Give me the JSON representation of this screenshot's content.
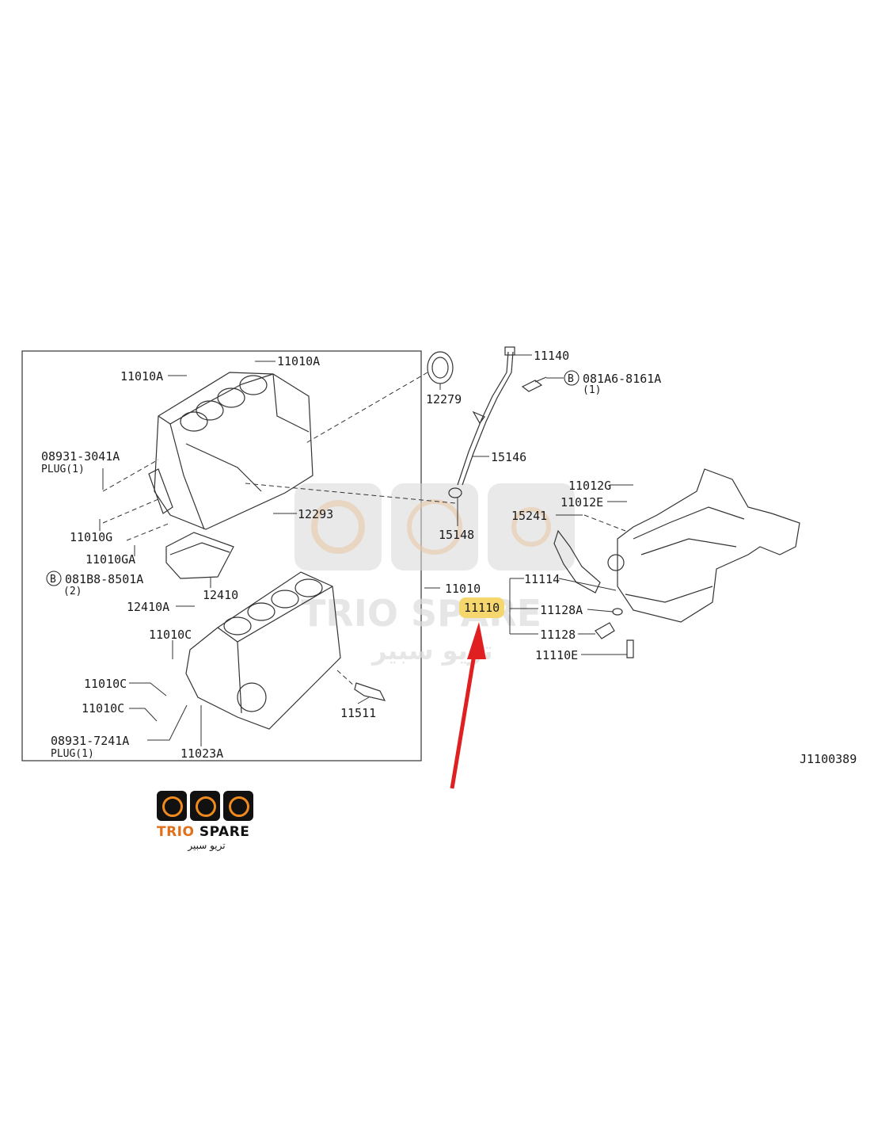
{
  "diagram_code": "J1100389",
  "callouts": {
    "c11010A_top": "11010A",
    "c11010A_left": "11010A",
    "c08931_3041A": "08931-3041A",
    "plug1_top": "PLUG(1)",
    "c11010G": "11010G",
    "c11010GA": "11010GA",
    "c081B8_8501A": "081B8-8501A",
    "qty2": "(2)",
    "c12293": "12293",
    "c12410": "12410",
    "c12410A": "12410A",
    "c11010C_a": "11010C",
    "c11010C_b": "11010C",
    "c11010C_c": "11010C",
    "c08931_7241A": "08931-7241A",
    "plug1_bottom": "PLUG(1)",
    "c11023A": "11023A",
    "c11511": "11511",
    "c12279": "12279",
    "c11140": "11140",
    "c081A6_8161A": "081A6-8161A",
    "qty1": "(1)",
    "c15146": "15146",
    "c15148": "15148",
    "c11012G": "11012G",
    "c11012E": "11012E",
    "c15241": "15241",
    "c11010": "11010",
    "c11114": "11114",
    "c11110": "11110",
    "c11128A": "11128A",
    "c11128": "11128",
    "c11110E": "11110E",
    "bolt_marker": "B"
  },
  "watermark": {
    "brand": "TRIO SPARE",
    "arabic": "تريو سبير"
  },
  "logo": {
    "brand_part1": "TRIO",
    "brand_part2": "SPARE",
    "arabic": "تريو سبير"
  },
  "colors": {
    "highlight": "#f5d76e",
    "arrow": "#e02020",
    "logo_orange": "#e0701a"
  },
  "highlighted_part": "11110"
}
